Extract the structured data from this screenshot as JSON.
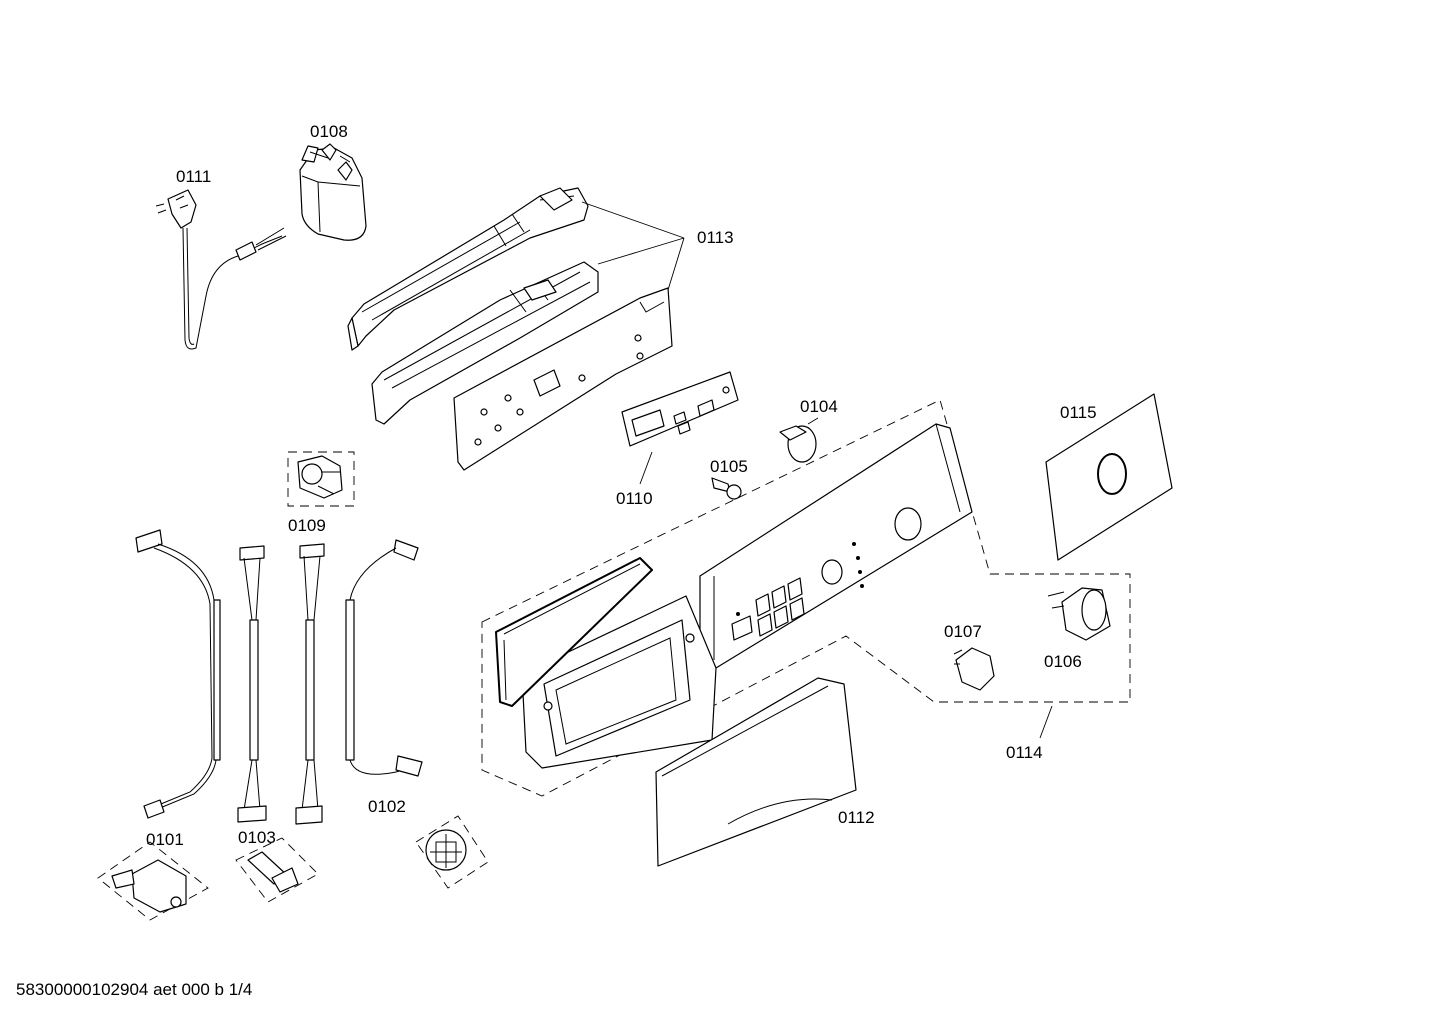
{
  "labels": {
    "p0101": "0101",
    "p0102": "0102",
    "p0103": "0103",
    "p0104": "0104",
    "p0105": "0105",
    "p0106": "0106",
    "p0107": "0107",
    "p0108": "0108",
    "p0109": "0109",
    "p0110": "0110",
    "p0111": "0111",
    "p0112": "0112",
    "p0113": "0113",
    "p0114": "0114",
    "p0115": "0115"
  },
  "footer": "58300000102904 aet 000 b 1/4"
}
